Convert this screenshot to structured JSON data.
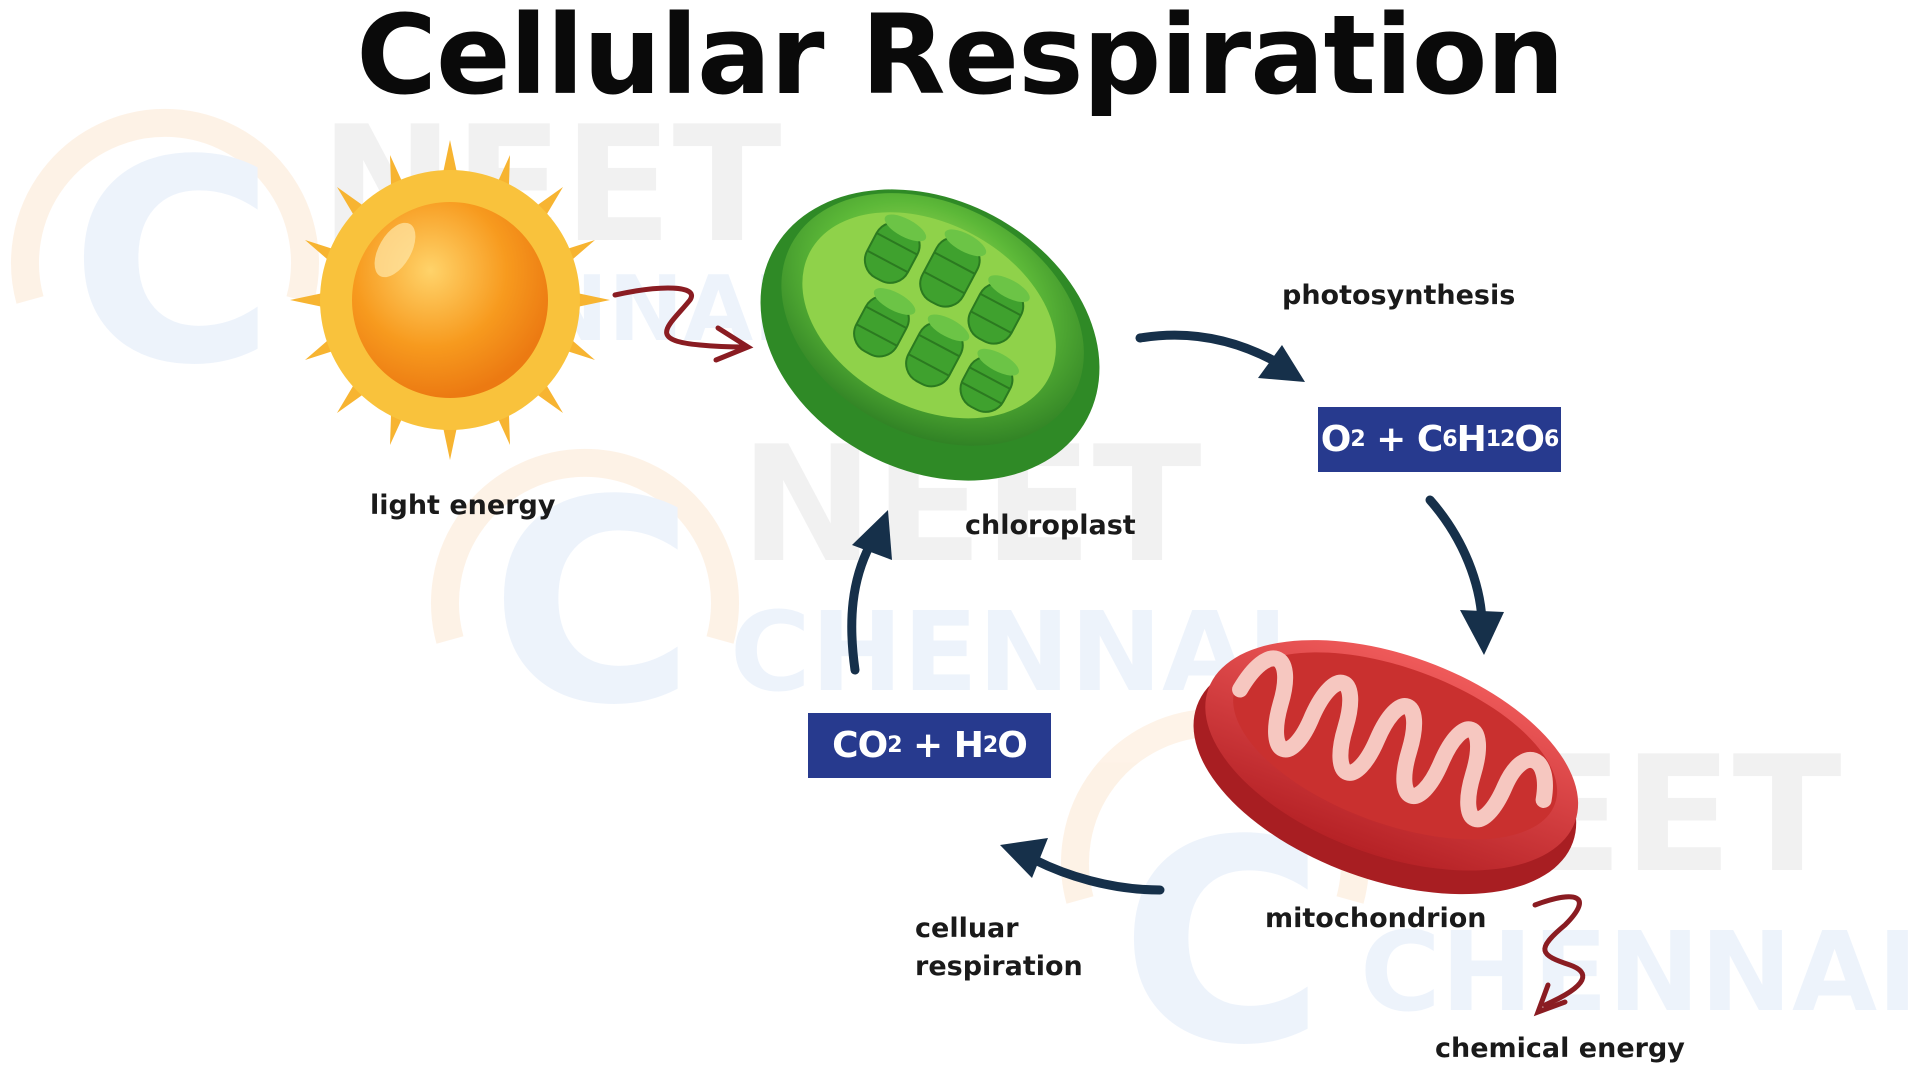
{
  "title": "Cellular Respiration",
  "labels": {
    "light_energy": "light energy",
    "chloroplast": "chloroplast",
    "photosynthesis": "photosynthesis",
    "mitochondrion": "mitochondrion",
    "cellular_respiration_line1": "celluar",
    "cellular_respiration_line2": "respiration",
    "chemical_energy": "chemical energy"
  },
  "formulas": {
    "products": {
      "o": "O",
      "o_sub": "2",
      "plus": " + ",
      "c": "C",
      "c_sub": "6",
      "h": "H",
      "h_sub": "12",
      "o2": "O",
      "o2_sub": "6"
    },
    "reactants": {
      "co": "CO",
      "co_sub": "2",
      "plus": " + ",
      "h": "H",
      "h_sub": "2",
      "o": "O"
    }
  },
  "watermark": {
    "text_top": "NEET",
    "text_bottom": "CHENNAI",
    "letter": "C"
  },
  "colors": {
    "formula_box": "#273a8e",
    "arrow_dark": "#16304a",
    "arrow_red": "#8a1c22",
    "sun": "#f7a21b",
    "chloroplast": "#3a9a2c",
    "mitochondrion": "#d8383a"
  },
  "icons": [
    "sun-icon",
    "chloroplast-icon",
    "mitochondrion-icon"
  ]
}
